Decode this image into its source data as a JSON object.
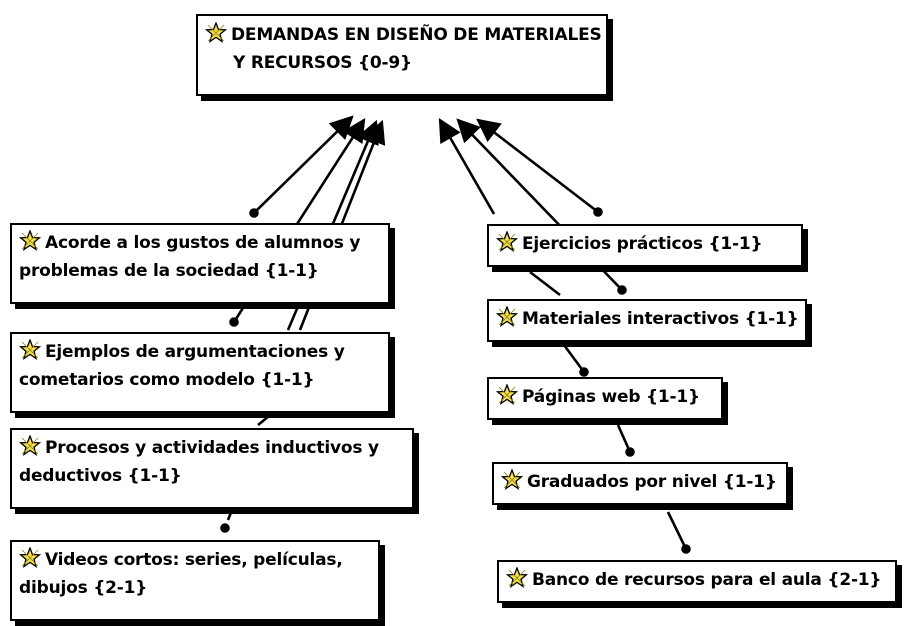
{
  "root": {
    "line1": "DEMANDAS EN DISEÑO DE MATERIALES",
    "line2": "Y RECURSOS {0-9}"
  },
  "left_nodes": [
    {
      "line1": "Acorde a los gustos de alumnos y",
      "line2": "problemas de la sociedad {1-1}"
    },
    {
      "line1": "Ejemplos de argumentaciones y",
      "line2": "cometarios como modelo {1-1}"
    },
    {
      "line1": "Procesos y actividades inductivos y",
      "line2": "deductivos {1-1}"
    },
    {
      "line1": "Videos cortos: series, películas,",
      "line2": "dibujos {2-1}"
    }
  ],
  "right_nodes": [
    {
      "label": "Ejercicios prácticos {1-1}"
    },
    {
      "label": "Materiales interactivos {1-1}"
    },
    {
      "label": "Páginas web {1-1}"
    },
    {
      "label": "Graduados por nivel {1-1}"
    },
    {
      "label": "Banco de recursos para el aula {2-1}"
    }
  ],
  "icons": {
    "node_icon": "code-star-icon",
    "node_icon_color": "#f4e04a"
  },
  "colors": {
    "border": "#000000",
    "background": "#ffffff",
    "link": "#000000"
  }
}
